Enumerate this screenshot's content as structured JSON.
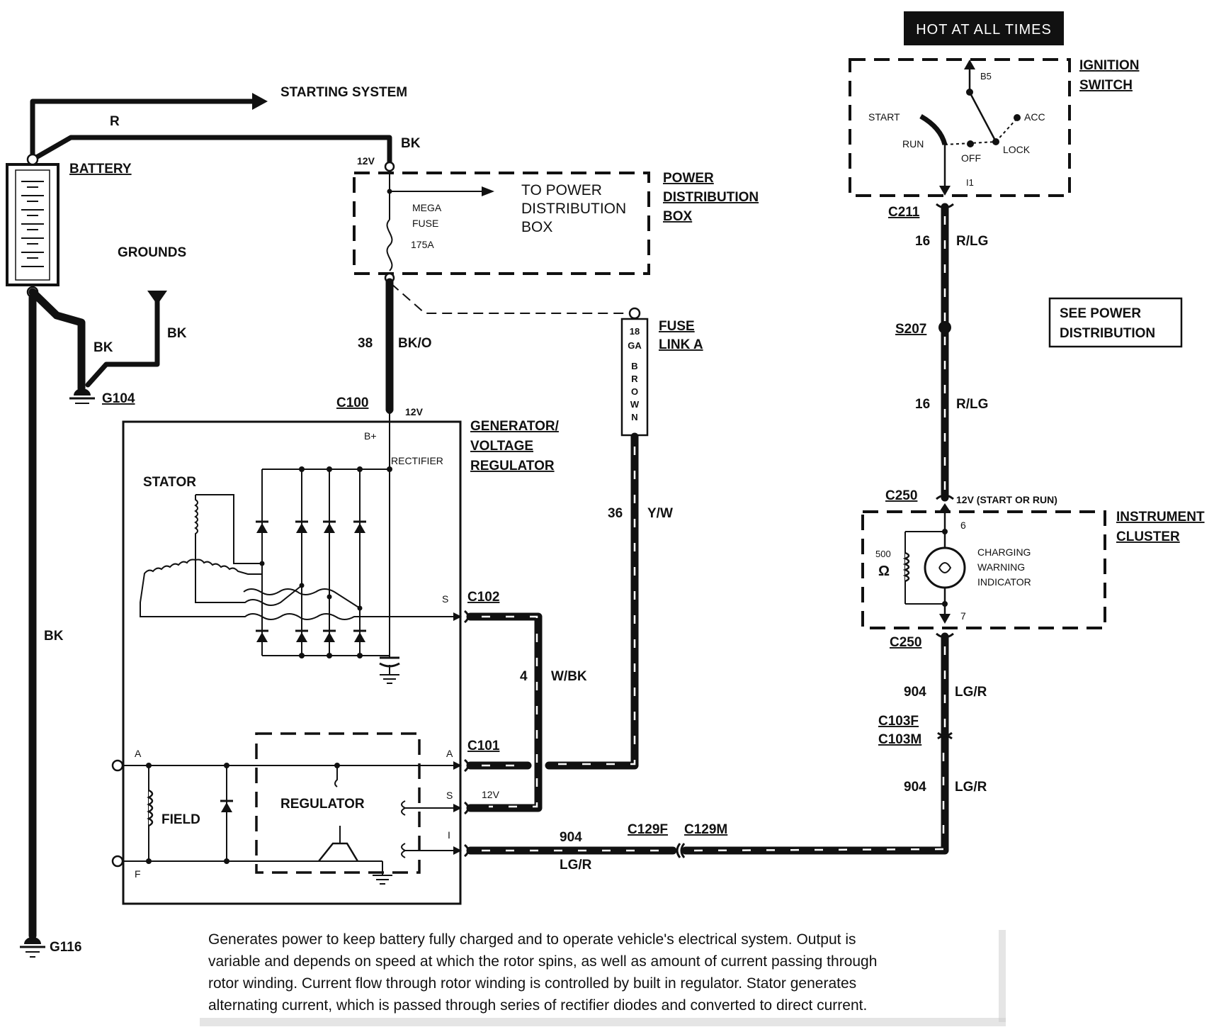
{
  "labels": {
    "hot_at_all_times": "HOT AT ALL TIMES",
    "ignition_switch_1": "IGNITION",
    "ignition_switch_2": "SWITCH",
    "b5": "B5",
    "start": "START",
    "acc": "ACC",
    "run": "RUN",
    "off": "OFF",
    "lock": "LOCK",
    "i1": "I1",
    "starting_system": "STARTING SYSTEM",
    "r": "R",
    "bk_top": "BK",
    "battery": "BATTERY",
    "v12_top": "12V",
    "mega": "MEGA",
    "fuse": "FUSE",
    "amps_175": "175A",
    "to_power_1": "TO POWER",
    "to_power_2": "DISTRIBUTION",
    "to_power_3": "BOX",
    "pdb_1": "POWER",
    "pdb_2": "DISTRIBUTION",
    "pdb_3": "BOX",
    "grounds": "GROUNDS",
    "bk_ground_right": "BK",
    "bk_ground_left": "BK",
    "g104": "G104",
    "ga38": "38",
    "bko": "BK/O",
    "fuse_link_1": "FUSE",
    "fuse_link_2": "LINK A",
    "fl_18": "18",
    "fl_ga": "GA",
    "fl_brown": [
      "B",
      "R",
      "O",
      "W",
      "N"
    ],
    "c100": "C100",
    "v12_c100": "12V",
    "gen_1": "GENERATOR/",
    "gen_2": "VOLTAGE",
    "gen_3": "REGULATOR",
    "bplus": "B+",
    "rectifier": "RECTIFIER",
    "stator": "STATOR",
    "ga36": "36",
    "yw": "Y/W",
    "bk_left": "BK",
    "s_term": "S",
    "c102": "C102",
    "ga4": "4",
    "wbk": "W/BK",
    "a_left": "A",
    "a_right": "A",
    "c101": "C101",
    "s_term2": "S",
    "v12_c101": "12V",
    "i_term": "I",
    "f_left": "F",
    "field": "FIELD",
    "regulator": "REGULATOR",
    "ga904_bottom": "904",
    "lgr_bottom": "LG/R",
    "c129f": "C129F",
    "c129m": "C129M",
    "g116": "G116",
    "c211": "C211",
    "ga16a": "16",
    "rlg_a": "R/LG",
    "s207": "S207",
    "ga16b": "16",
    "rlg_b": "R/LG",
    "see_power_1": "SEE POWER",
    "see_power_2": "DISTRIBUTION",
    "c250_top": "C250",
    "v12_start_run": "12V (START OR RUN)",
    "cluster_1": "INSTRUMENT",
    "cluster_2": "CLUSTER",
    "pin6": "6",
    "ohm_500": "500",
    "ohm": "Ω",
    "charging_1": "CHARGING",
    "charging_2": "WARNING",
    "charging_3": "INDICATOR",
    "pin7": "7",
    "c250_bottom": "C250",
    "ga904a": "904",
    "lgr_a": "LG/R",
    "c103f": "C103F",
    "c103m": "C103M",
    "ga904b": "904",
    "lgr_b": "LG/R"
  },
  "description": [
    "Generates power to keep battery fully charged and to operate vehicle's electrical system.  Output is",
    "variable and depends on speed at which the rotor spins, as well as amount of current passing through",
    "rotor winding.  Current flow through rotor winding is controlled by built in regulator.  Stator generates",
    "alternating current, which is passed through series of rectifier diodes and converted to direct current."
  ]
}
